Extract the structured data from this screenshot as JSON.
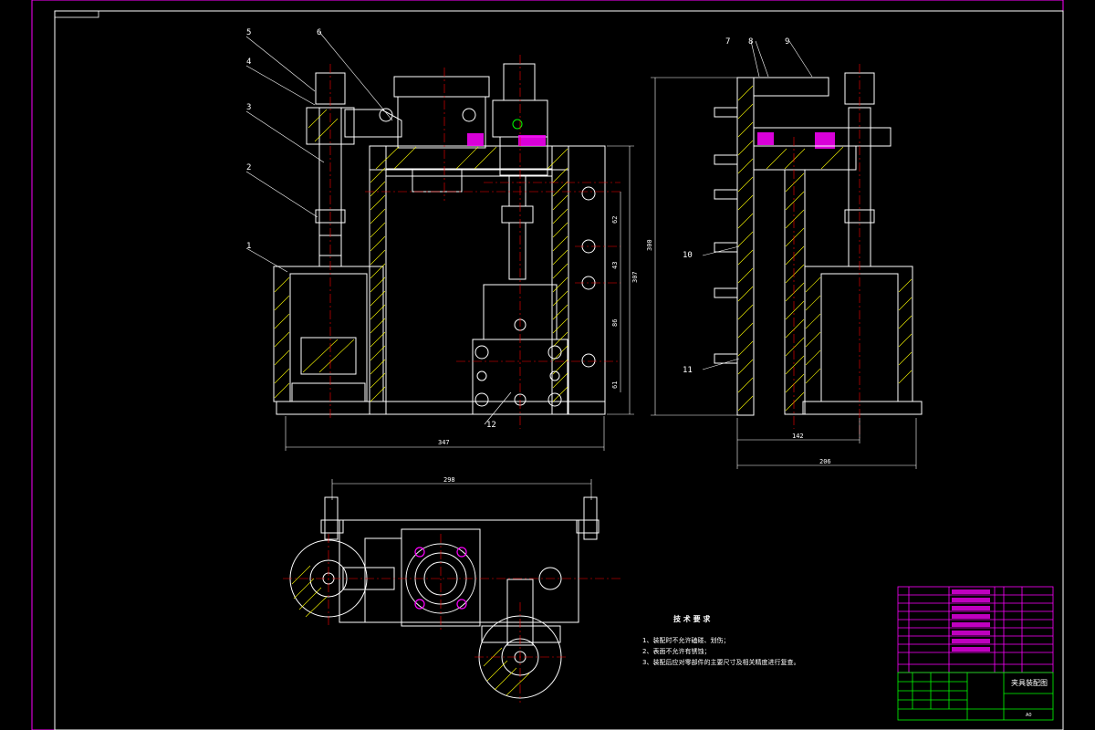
{
  "drawing": {
    "colors": {
      "background": "#000000",
      "frame": "#ff00ff",
      "outline": "#ffffff",
      "centerline": "#ff0000",
      "dimension": "#00ffff",
      "hatch": "#ffff00",
      "bolt": "#ffff00",
      "table_line": "#00ff00"
    },
    "part_labels_front": [
      "1",
      "2",
      "3",
      "4",
      "5",
      "6"
    ],
    "part_labels_side": [
      "7",
      "8",
      "9",
      "10",
      "11"
    ],
    "part_label_bottom": "12",
    "dimensions": {
      "front_width": "347",
      "front_height": "307",
      "front_v1": "62",
      "front_v2": "43",
      "front_v3": "86",
      "front_v4": "61",
      "side_height": "300",
      "side_w1": "142",
      "side_w2": "206",
      "plan_width": "298"
    },
    "tech_requirements": {
      "title": "技 术 要 求",
      "items": [
        "1、装配时不允许磕碰、划伤；",
        "2、表面不允许有锈蚀；",
        "3、装配后应对零部件的主要尺寸及相关精度进行复查。"
      ]
    },
    "title_block": {
      "drawing_name": "夹具装配图",
      "sheet": "A0"
    }
  }
}
